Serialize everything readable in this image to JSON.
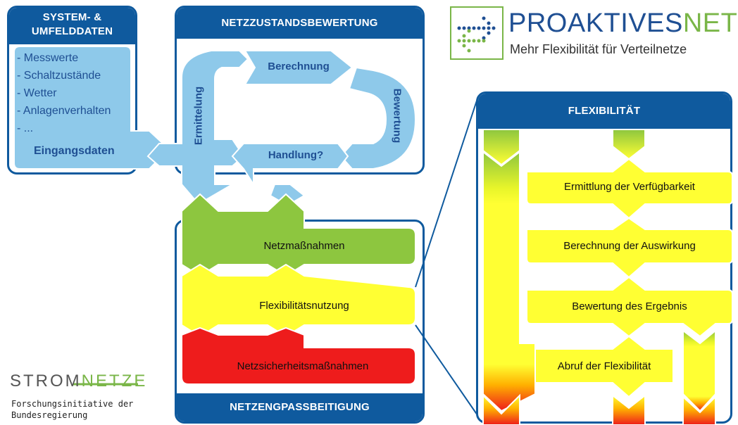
{
  "system_panel": {
    "title_line1": "SYSTEM- &",
    "title_line2": "UMFELDDATEN",
    "items": [
      "- Messwerte",
      "- Schaltzustände",
      "- Wetter",
      "- Anlagenverhalten",
      "- ..."
    ],
    "footer": "Eingangsdaten"
  },
  "netzzustand_panel": {
    "title": "NETZZUSTANDSBEWERTUNG",
    "cycle": {
      "ermittelung": "Ermittelung",
      "berechnung": "Berechnung",
      "bewertung": "Bewertung",
      "handlung": "Handlung?"
    }
  },
  "netzengpass_panel": {
    "title": "NETZENGPASSBEITIGUNG",
    "measures": {
      "netz": "Netzmaßnahmen",
      "flex": "Flexibilitätsnutzung",
      "sicherheit": "Netzsicherheitsmaßnahmen"
    }
  },
  "flex_panel": {
    "title": "FLEXIBILITÄT",
    "steps": [
      "Ermittlung der Verfügbarkeit",
      "Berechnung der Auswirkung",
      "Bewertung des Ergebnis",
      "Abruf der Flexibilität"
    ]
  },
  "logo_proaktiv": {
    "name_part1": "PROAKTIVES",
    "name_part2": "NETZ",
    "tagline": "Mehr Flexibilität für Verteilnetze"
  },
  "logo_stromnetze": {
    "name_part1": "STROM",
    "name_part2": "NETZE",
    "subtitle_line1": "Forschungsinitiative der",
    "subtitle_line2": "Bundesregierung"
  },
  "colors": {
    "panel_blue": "#0f5a9e",
    "light_blue": "#8ec9ea",
    "green": "#8dc63f",
    "yellow": "#ffff33",
    "red": "#ee1c1c",
    "logo_green": "#7ab648",
    "logo_blue": "#1f4f93"
  }
}
